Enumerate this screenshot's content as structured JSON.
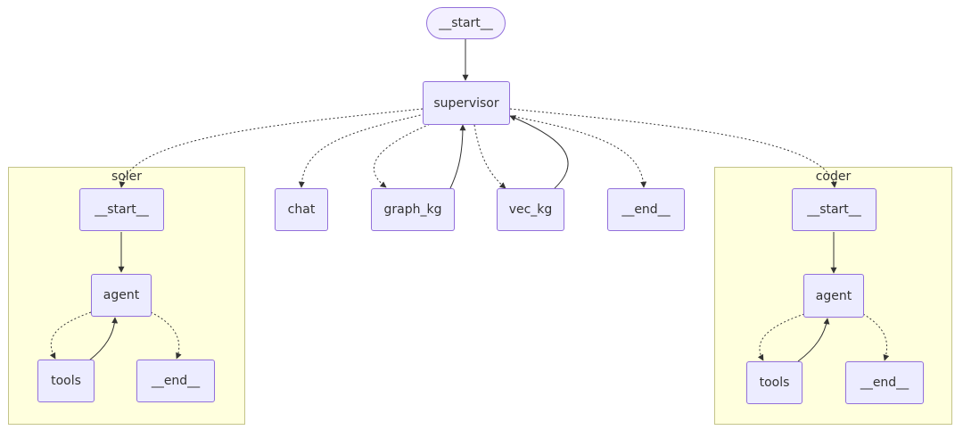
{
  "nodes": {
    "start": "__start__",
    "supervisor": "supervisor",
    "chat": "chat",
    "graph_kg": "graph_kg",
    "vec_kg": "vec_kg",
    "end": "__end__"
  },
  "clusters": {
    "soler": {
      "title": "soler",
      "start": "__start__",
      "agent": "agent",
      "tools": "tools",
      "end": "__end__"
    },
    "coder": {
      "title": "coder",
      "start": "__start__",
      "agent": "agent",
      "tools": "tools",
      "end": "__end__"
    }
  },
  "edges": [
    {
      "from": "__start__",
      "to": "supervisor",
      "style": "solid"
    },
    {
      "from": "supervisor",
      "to": "soler",
      "style": "dotted"
    },
    {
      "from": "supervisor",
      "to": "chat",
      "style": "dotted"
    },
    {
      "from": "supervisor",
      "to": "graph_kg",
      "style": "dotted"
    },
    {
      "from": "graph_kg",
      "to": "supervisor",
      "style": "solid"
    },
    {
      "from": "supervisor",
      "to": "vec_kg",
      "style": "dotted"
    },
    {
      "from": "vec_kg",
      "to": "supervisor",
      "style": "solid"
    },
    {
      "from": "supervisor",
      "to": "__end__",
      "style": "dotted"
    },
    {
      "from": "supervisor",
      "to": "coder",
      "style": "dotted"
    },
    {
      "from": "soler.__start__",
      "to": "soler.agent",
      "style": "solid"
    },
    {
      "from": "soler.agent",
      "to": "soler.tools",
      "style": "dotted"
    },
    {
      "from": "soler.tools",
      "to": "soler.agent",
      "style": "solid"
    },
    {
      "from": "soler.agent",
      "to": "soler.__end__",
      "style": "dotted"
    },
    {
      "from": "coder.__start__",
      "to": "coder.agent",
      "style": "solid"
    },
    {
      "from": "coder.agent",
      "to": "coder.tools",
      "style": "dotted"
    },
    {
      "from": "coder.tools",
      "to": "coder.agent",
      "style": "solid"
    },
    {
      "from": "coder.agent",
      "to": "coder.__end__",
      "style": "dotted"
    }
  ],
  "colors": {
    "node_fill": "#ececff",
    "node_border": "#9370db",
    "cluster_fill": "#ffffde",
    "cluster_border": "#c4c48a",
    "edge": "#333333"
  }
}
